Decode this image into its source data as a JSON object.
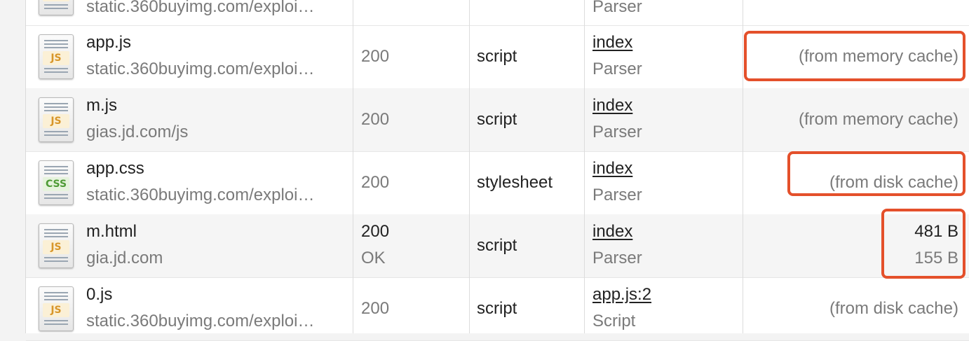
{
  "accent_color": "#e4502b",
  "rows": [
    {
      "name": "",
      "domain": "static.360buyimg.com/exploi…",
      "status": "",
      "status_text": "",
      "type": "",
      "initiator": "",
      "initiator_sub": "Parser",
      "size": "",
      "size_sub": "",
      "icon": "js-file-icon"
    },
    {
      "name": "app.js",
      "domain": "static.360buyimg.com/exploi…",
      "status": "200",
      "status_text": "",
      "type": "script",
      "initiator": "index",
      "initiator_sub": "Parser",
      "size": "(from memory cache)",
      "size_sub": "",
      "icon": "js-file-icon"
    },
    {
      "name": "m.js",
      "domain": "gias.jd.com/js",
      "status": "200",
      "status_text": "",
      "type": "script",
      "initiator": "index",
      "initiator_sub": "Parser",
      "size": "(from memory cache)",
      "size_sub": "",
      "icon": "js-file-icon"
    },
    {
      "name": "app.css",
      "domain": "static.360buyimg.com/exploi…",
      "status": "200",
      "status_text": "",
      "type": "stylesheet",
      "initiator": "index",
      "initiator_sub": "Parser",
      "size": "(from disk cache)",
      "size_sub": "",
      "icon": "css-file-icon"
    },
    {
      "name": "m.html",
      "domain": "gia.jd.com",
      "status": "200",
      "status_text": "OK",
      "type": "script",
      "initiator": "index",
      "initiator_sub": "Parser",
      "size": "481 B",
      "size_sub": "155 B",
      "icon": "js-file-icon"
    },
    {
      "name": "0.js",
      "domain": "static.360buyimg.com/exploi…",
      "status": "200",
      "status_text": "",
      "type": "script",
      "initiator": "app.js:2",
      "initiator_sub": "Script",
      "size": "(from disk cache)",
      "size_sub": "",
      "icon": "js-file-icon"
    }
  ],
  "icon_tags": {
    "js": "JS",
    "css": "CSS"
  }
}
